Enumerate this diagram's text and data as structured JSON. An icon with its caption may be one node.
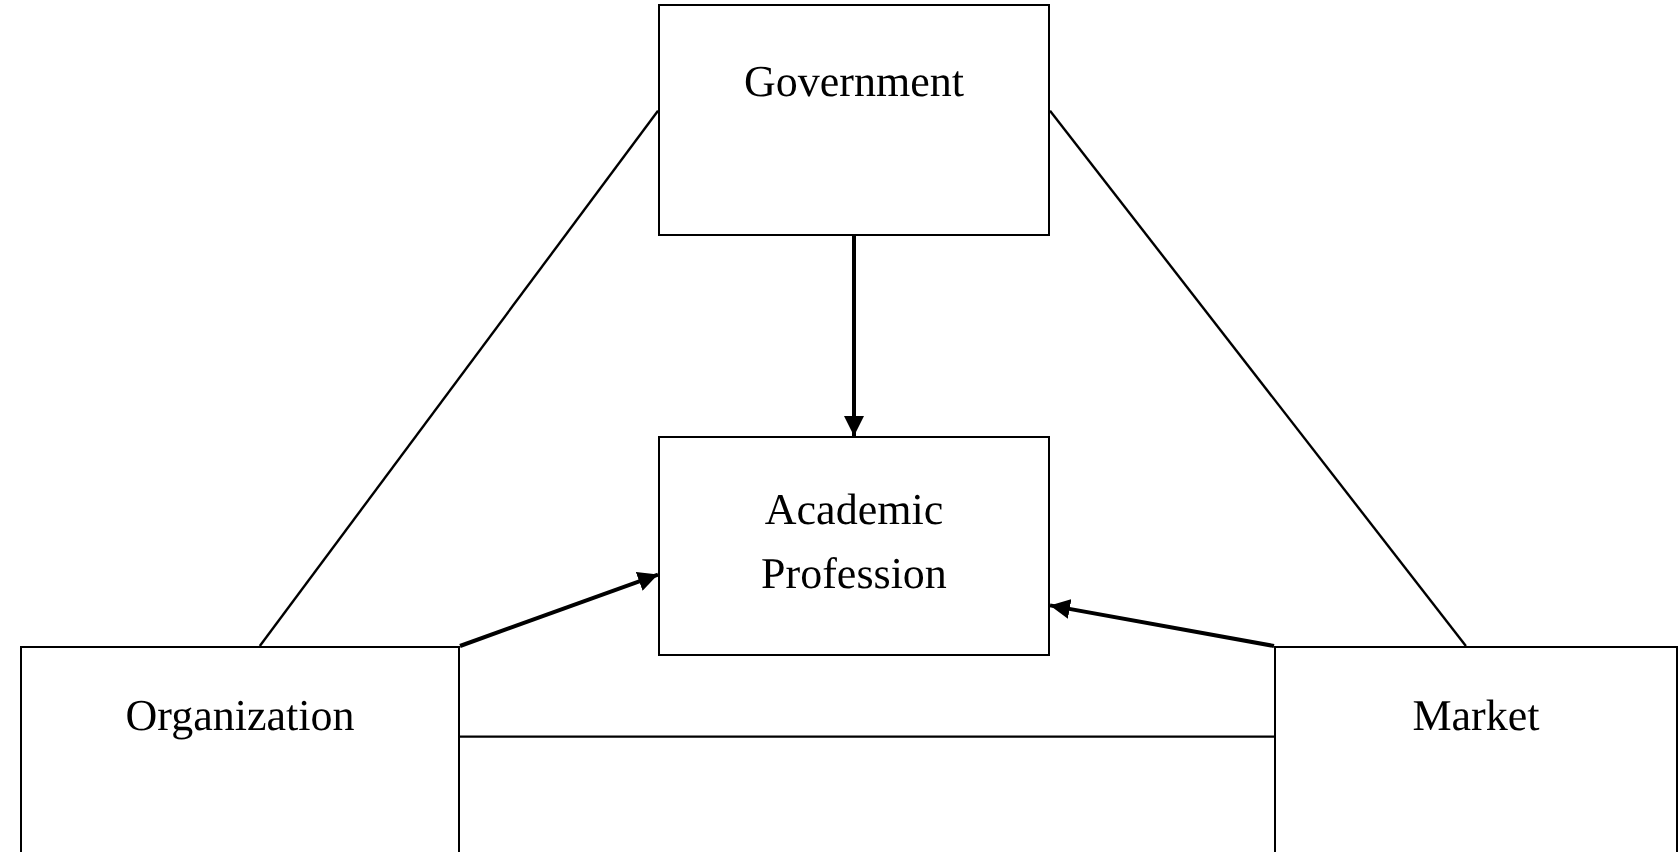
{
  "diagram": {
    "nodes": [
      {
        "text": [
          "Government"
        ]
      },
      {
        "text": [
          "Academic Profession"
        ]
      },
      {
        "text": [
          "Organization"
        ]
      },
      {
        "text": [
          "Market"
        ]
      }
    ],
    "edges": [
      {
        "from": 0,
        "to": 1,
        "arrow": "to"
      },
      {
        "from": 2,
        "to": 1,
        "arrow": "to"
      },
      {
        "from": 3,
        "to": 1,
        "arrow": "to"
      },
      {
        "from": 0,
        "to": 2,
        "arrow": "none"
      },
      {
        "from": 0,
        "to": 3,
        "arrow": "none"
      },
      {
        "from": 2,
        "to": 3,
        "arrow": "none"
      }
    ]
  }
}
